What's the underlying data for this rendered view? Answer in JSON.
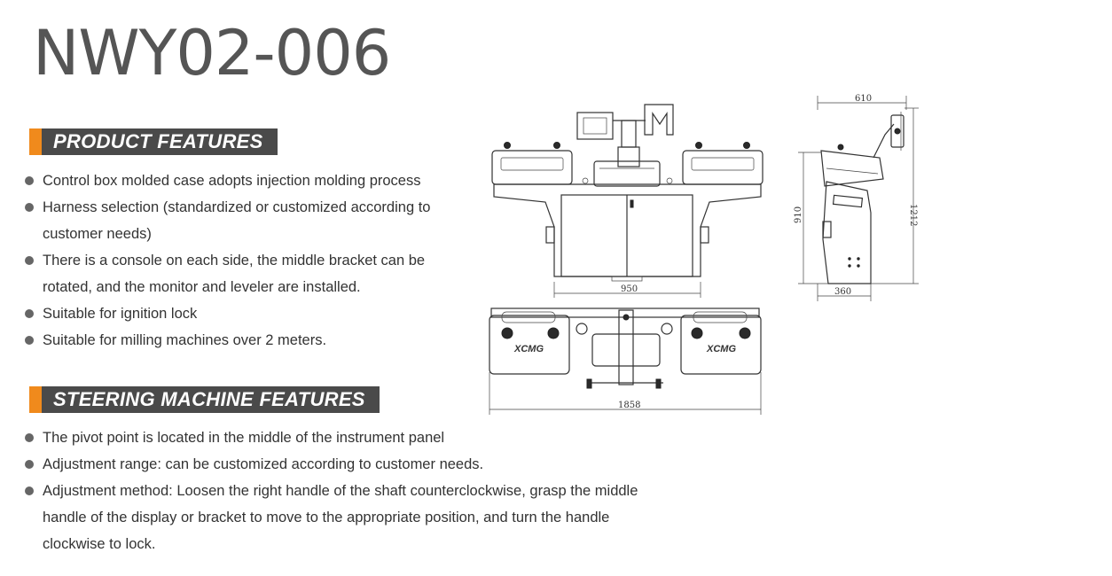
{
  "model": "NWY02-006",
  "product_features": {
    "title": "PRODUCT FEATURES",
    "items": [
      "Control box molded case adopts injection molding process",
      "Harness selection (standardized or customized according to customer needs)",
      "There is a console on each side, the middle bracket can be rotated, and the monitor and leveler are installed.",
      "Suitable for ignition lock",
      "Suitable for milling machines over 2 meters."
    ]
  },
  "steering_features": {
    "title": "STEERING MACHINE FEATURES",
    "items": [
      "The pivot point is located in the middle of the instrument panel",
      "Adjustment range: can be customized according to customer needs.",
      "Adjustment method: Loosen the right handle of the shaft counterclockwise, grasp the middle handle of the display or bracket to move to the appropriate position, and turn the handle clockwise to lock."
    ]
  },
  "drawing": {
    "brand_mark": "XCMG",
    "dimensions": {
      "front_width": "950",
      "total_width": "1858",
      "side_top_width": "610",
      "side_height": "910",
      "side_total_height": "1212",
      "side_base_depth": "360"
    }
  }
}
